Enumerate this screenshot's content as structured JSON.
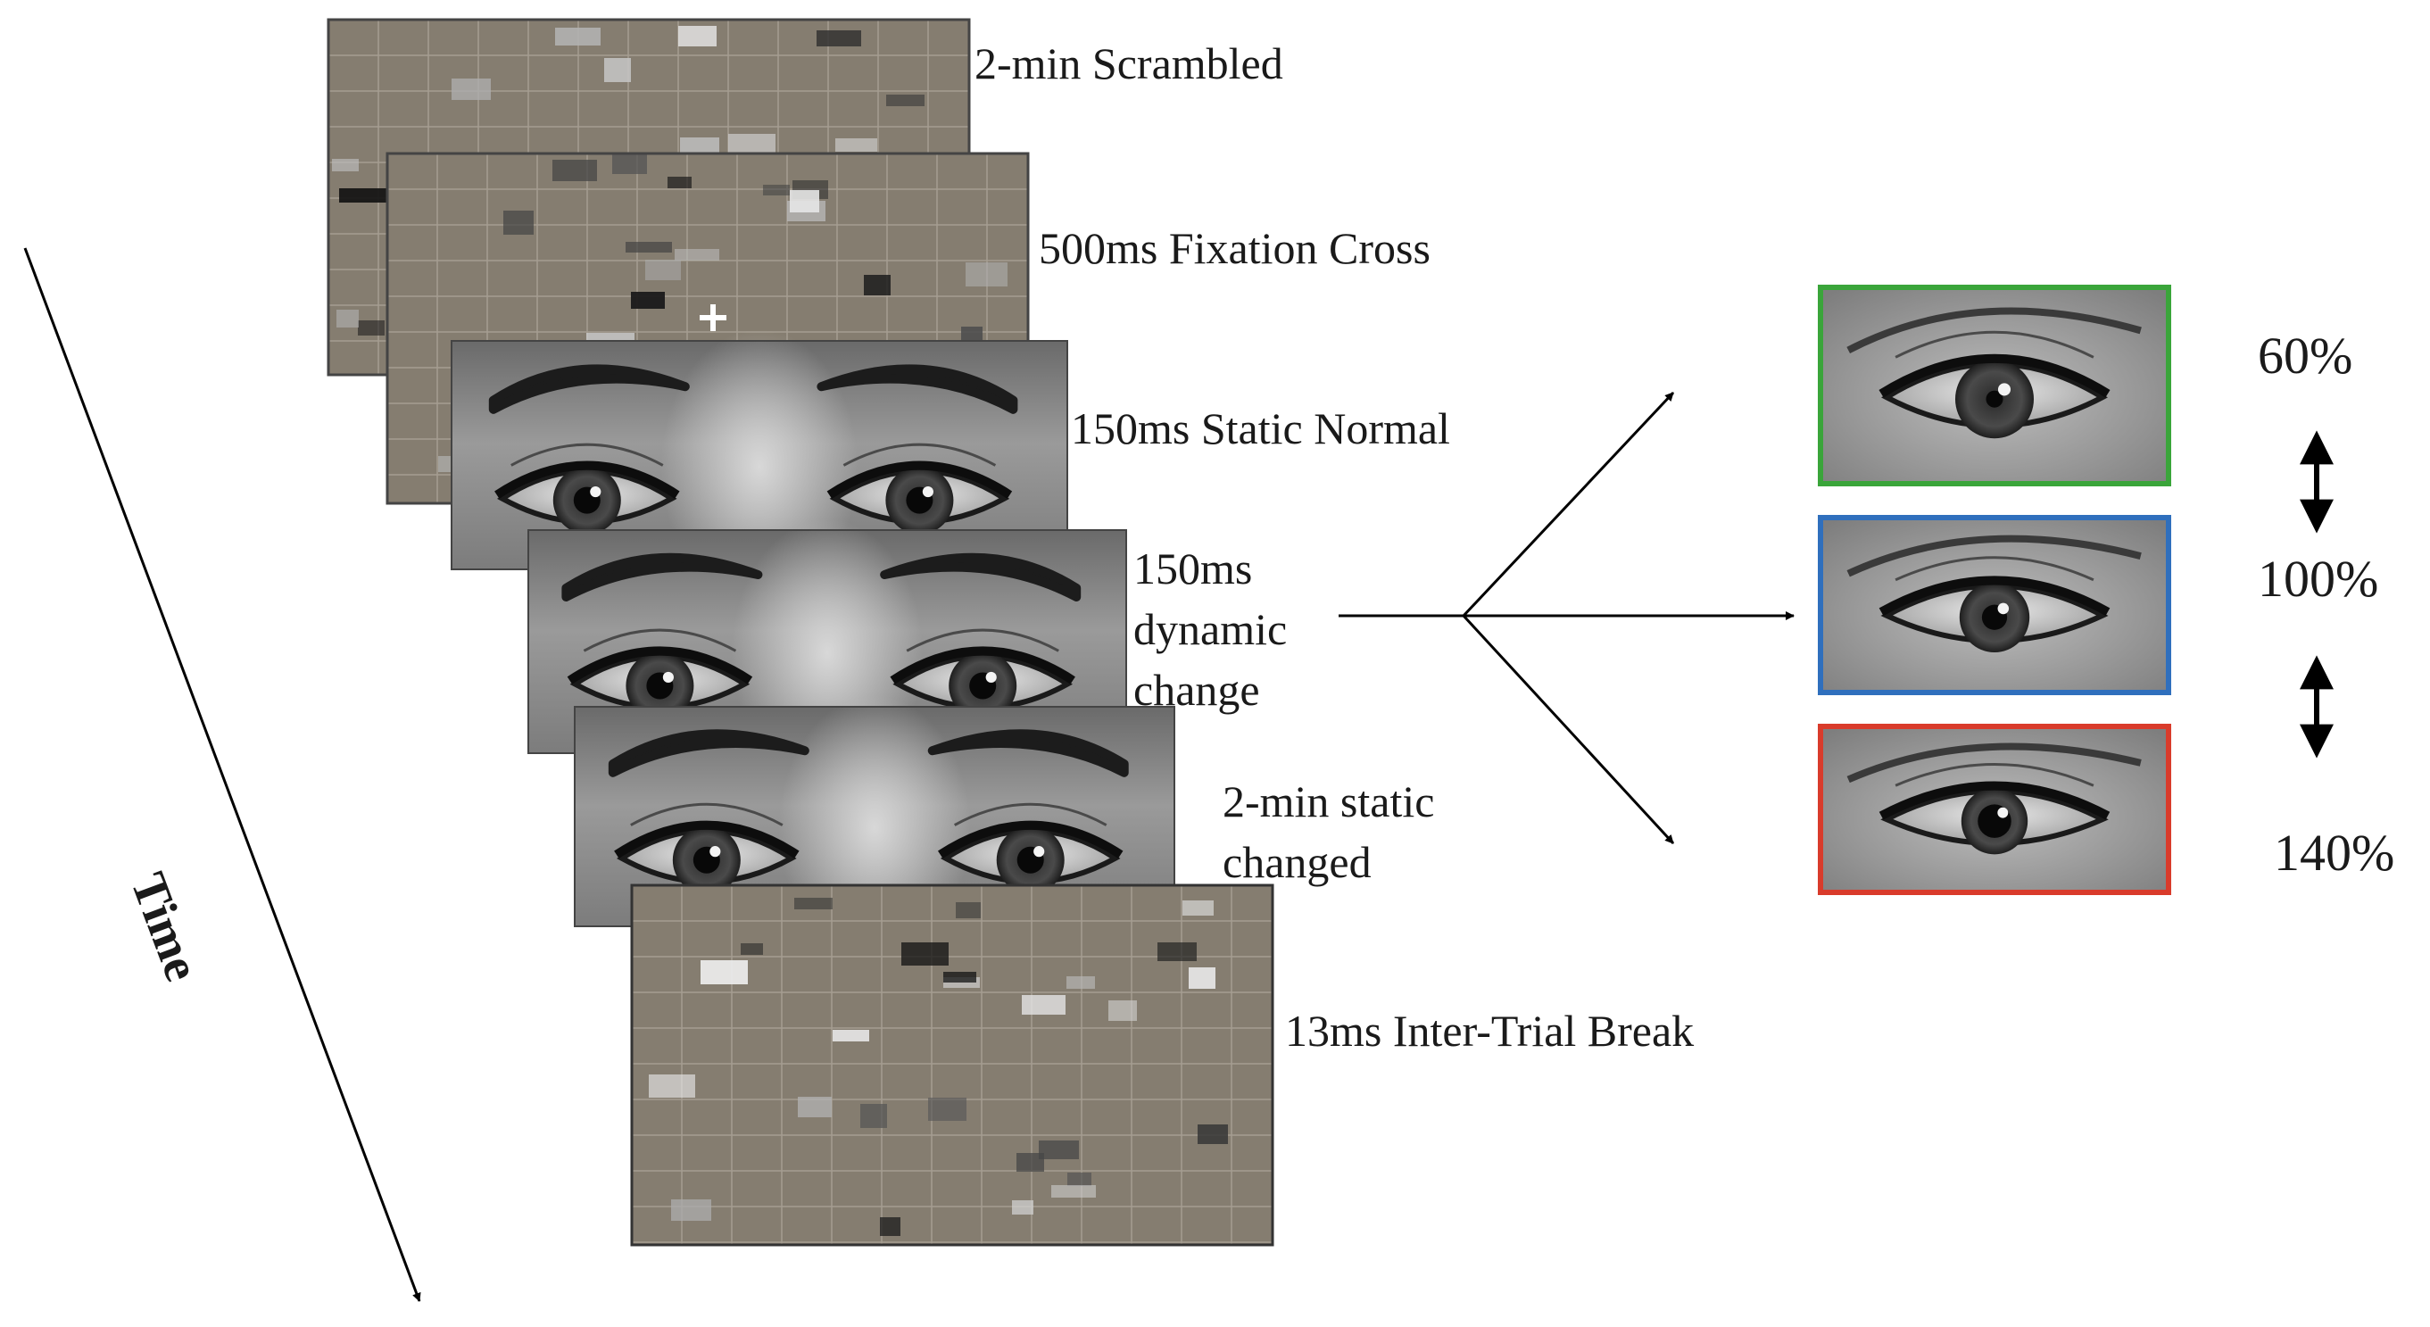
{
  "time_label": "Time",
  "frames": [
    {
      "kind": "scrambled",
      "lines": [
        "2-min Scrambled"
      ]
    },
    {
      "kind": "fixation",
      "lines": [
        "500ms Fixation Cross"
      ]
    },
    {
      "kind": "eyes",
      "lines": [
        "150ms Static Normal"
      ]
    },
    {
      "kind": "eyes",
      "lines": [
        "150ms",
        "dynamic",
        "change"
      ]
    },
    {
      "kind": "eyes",
      "lines": [
        "2-min static",
        "changed"
      ]
    },
    {
      "kind": "scrambled",
      "lines": [
        "13ms Inter-Trial Break"
      ]
    }
  ],
  "conditions": [
    {
      "label": "60%",
      "color": "#3aa53a",
      "pupil_scale": 0.6
    },
    {
      "label": "100%",
      "color": "#2f6fbd",
      "pupil_scale": 1.0
    },
    {
      "label": "140%",
      "color": "#d93b2b",
      "pupil_scale": 1.4
    }
  ],
  "colors": {
    "scramble_bg": "#857d70",
    "grid": "#a59d91",
    "line": "#000000"
  }
}
